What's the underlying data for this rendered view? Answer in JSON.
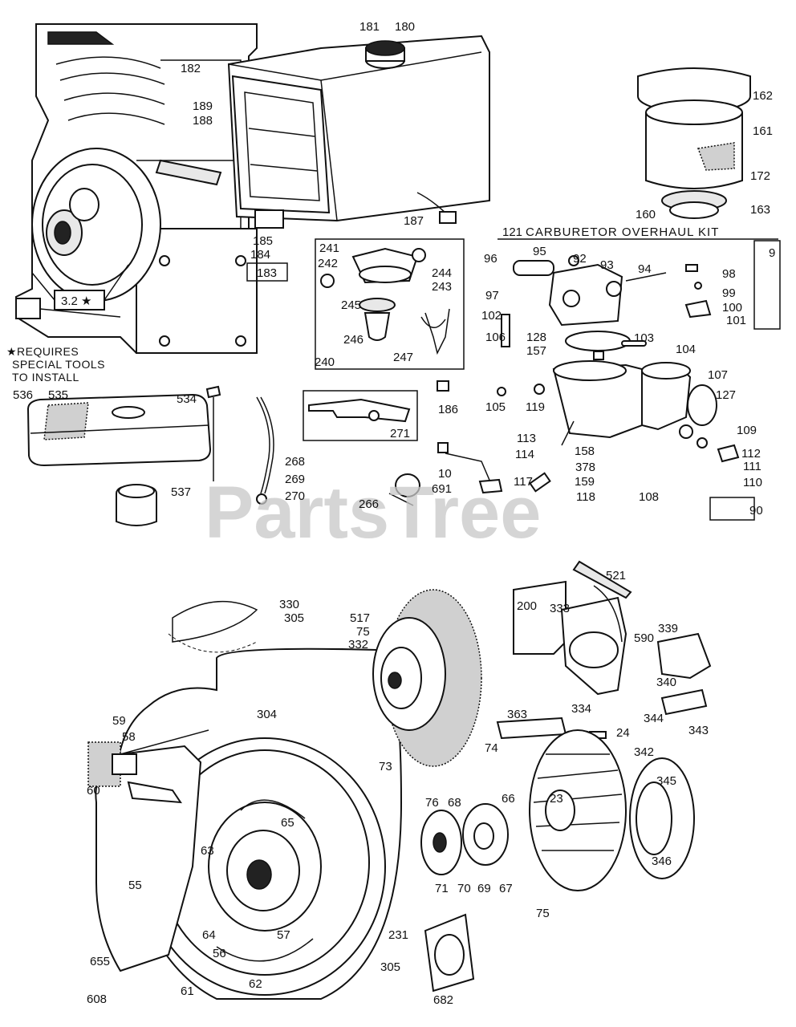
{
  "watermark": "PartsTree",
  "notes": {
    "requires_line1": "★REQUIRES",
    "requires_line2": "SPECIAL TOOLS",
    "requires_line3": "TO INSTALL",
    "carb_kit": "CARBURETOR OVERHAUL KIT"
  },
  "boxed_labels": {
    "b32": "3.2 ★",
    "b183": "183",
    "b240": "240",
    "b241": "241",
    "b246": "246",
    "b271": "271",
    "b121": "121",
    "b90": "90",
    "b9": "9",
    "b107": "107",
    "b127": "127",
    "b339": "339",
    "b536": "536"
  },
  "labels": {
    "l182": "182",
    "l181": "181",
    "l180": "180",
    "l189": "189",
    "l188": "188",
    "l162": "162",
    "l161": "161",
    "l172": "172",
    "l160": "160",
    "l163": "163",
    "l185": "185",
    "l184": "184",
    "l187": "187",
    "l242": "242",
    "l244": "244",
    "l243": "243",
    "l245": "245",
    "l247": "247",
    "l96": "96",
    "l95": "95",
    "l92": "92",
    "l93": "93",
    "l94": "94",
    "l98": "98",
    "l99": "99",
    "l100": "100",
    "l101": "101",
    "l97": "97",
    "l102": "102",
    "l106": "106",
    "l128": "128",
    "l157": "157",
    "l103": "103",
    "l104": "104",
    "l105": "105",
    "l119": "119",
    "l109": "109",
    "l113": "113",
    "l158": "158",
    "l114": "114",
    "l378": "378",
    "l112": "112",
    "l111": "111",
    "l110": "110",
    "l117": "117",
    "l159": "159",
    "l118": "118",
    "l108": "108",
    "l535": "535",
    "l534": "534",
    "l537": "537",
    "l268": "268",
    "l269": "269",
    "l270": "270",
    "l186": "186",
    "l10": "10",
    "l691": "691",
    "l266": "266",
    "l330": "330",
    "l305a": "305",
    "l517": "517",
    "l75a": "75",
    "l332": "332",
    "l200": "200",
    "l333": "333",
    "l521": "521",
    "l590": "590",
    "l304": "304",
    "l334": "334",
    "l340": "340",
    "l344": "344",
    "l343": "343",
    "l363": "363",
    "l24": "24",
    "l342": "342",
    "l74": "74",
    "l59": "59",
    "l58": "58",
    "l73": "73",
    "l60": "60",
    "l76": "76",
    "l68": "68",
    "l66": "66",
    "l23": "23",
    "l345": "345",
    "l65": "65",
    "l63": "63",
    "l55": "55",
    "l71": "71",
    "l70": "70",
    "l69": "69",
    "l67": "67",
    "l346": "346",
    "l75b": "75",
    "l64": "64",
    "l57": "57",
    "l231": "231",
    "l56": "56",
    "l655": "655",
    "l305b": "305",
    "l682": "682",
    "l61": "61",
    "l62": "62",
    "l608": "608"
  }
}
